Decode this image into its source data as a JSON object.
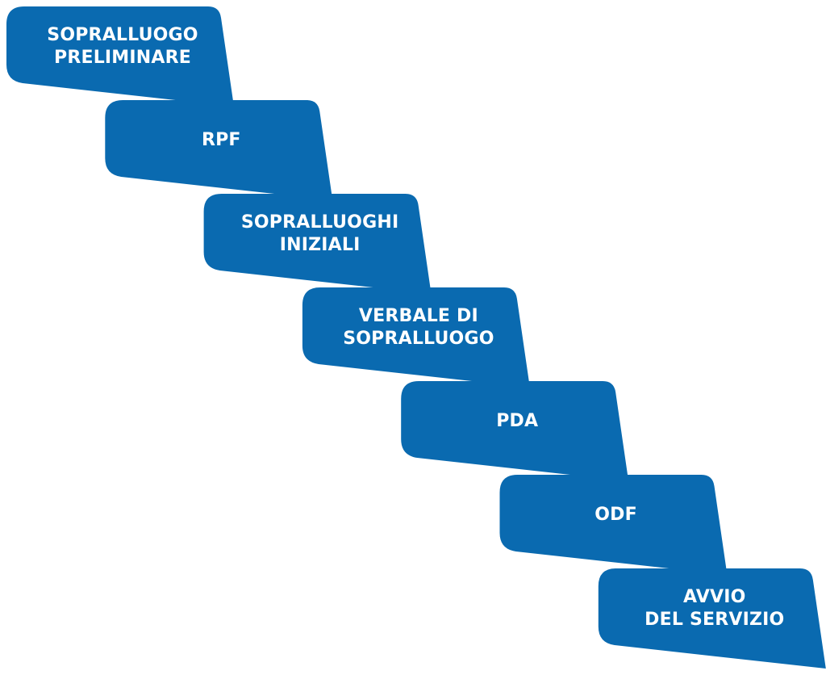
{
  "diagram": {
    "type": "staircase-process",
    "accent_color": "#0a6ab0",
    "text_color": "#ffffff",
    "steps": [
      {
        "lines": [
          "SOPRALLUOGO",
          "PRELIMINARE"
        ]
      },
      {
        "lines": [
          "RPF"
        ]
      },
      {
        "lines": [
          "SOPRALLUOGHI",
          "INIZIALI"
        ]
      },
      {
        "lines": [
          "VERBALE DI",
          "SOPRALLUOGO"
        ]
      },
      {
        "lines": [
          "PDA"
        ]
      },
      {
        "lines": [
          "ODF"
        ]
      },
      {
        "lines": [
          "AVVIO",
          "DEL SERVIZIO"
        ]
      }
    ]
  }
}
